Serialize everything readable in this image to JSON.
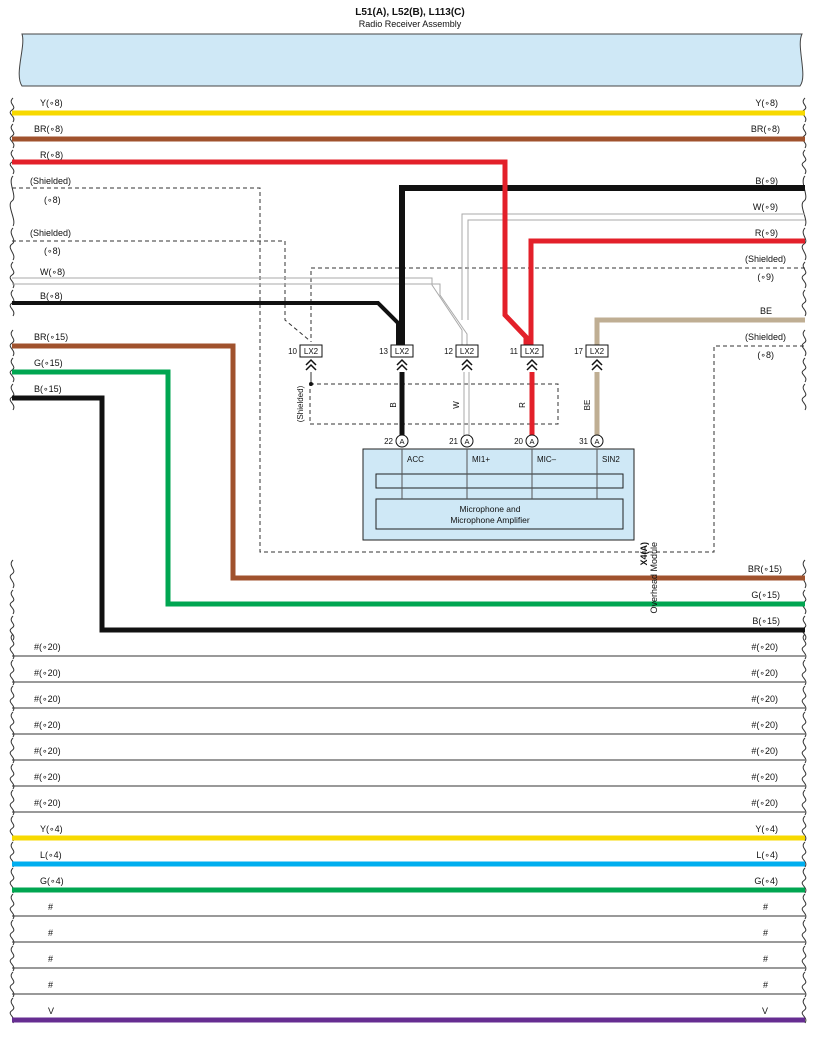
{
  "header": {
    "connector_ids": "L51(A), L52(B), L113(C)",
    "assembly_name": "Radio Receiver Assembly"
  },
  "colors": {
    "Y": "#f7d900",
    "BR": "#a0522d",
    "R": "#e3202a",
    "B": "#111111",
    "W": "#a9a9a9",
    "G": "#00a651",
    "L": "#00aeef",
    "V": "#662d91",
    "BE": "#bfae93",
    "thin": "#333333",
    "bus_fill": "#cfe8f6",
    "module_fill": "#cfe8f6"
  },
  "left_labels": {
    "y8": "Y(∘8)",
    "br8": "BR(∘8)",
    "r8": "R(∘8)",
    "shielded1": "(Shielded)",
    "s1_ref": "(∘8)",
    "shielded2": "(Shielded)",
    "s2_ref": "(∘8)",
    "w8": "W(∘8)",
    "b8": "B(∘8)",
    "br15": "BR(∘15)",
    "g15": "G(∘15)",
    "b15": "B(∘15)"
  },
  "right_labels": {
    "y8": "Y(∘8)",
    "br8": "BR(∘8)",
    "b9": "B(∘9)",
    "w9": "W(∘9)",
    "r9": "R(∘9)",
    "shielded9": "(Shielded)",
    "s9_ref": "(∘9)",
    "be": "BE",
    "shielded8": "(Shielded)",
    "s8_ref": "(∘8)",
    "br15": "BR(∘15)",
    "g15": "G(∘15)",
    "b15": "B(∘15)"
  },
  "lx2_connectors": [
    {
      "pin": "10",
      "name": "LX2"
    },
    {
      "pin": "13",
      "name": "LX2"
    },
    {
      "pin": "12",
      "name": "LX2"
    },
    {
      "pin": "11",
      "name": "LX2"
    },
    {
      "pin": "17",
      "name": "LX2"
    }
  ],
  "wire_labels": {
    "shielded": "(Shielded)",
    "b": "B",
    "w": "W",
    "r": "R",
    "be": "BE"
  },
  "module_pins": [
    {
      "num": "22",
      "conn": "A",
      "label": "ACC"
    },
    {
      "num": "21",
      "conn": "A",
      "label": "MI1+"
    },
    {
      "num": "20",
      "conn": "A",
      "label": "MIC–"
    },
    {
      "num": "31",
      "conn": "A",
      "label": "SIN2"
    }
  ],
  "module": {
    "inner_line1": "Microphone and",
    "inner_line2": "Microphone Amplifier",
    "id": "X4(A)",
    "name": "Overhead Module"
  },
  "lower_rows": [
    {
      "left": "#(∘20)",
      "right": "#(∘20)",
      "color": "thin"
    },
    {
      "left": "#(∘20)",
      "right": "#(∘20)",
      "color": "thin"
    },
    {
      "left": "#(∘20)",
      "right": "#(∘20)",
      "color": "thin"
    },
    {
      "left": "#(∘20)",
      "right": "#(∘20)",
      "color": "thin"
    },
    {
      "left": "#(∘20)",
      "right": "#(∘20)",
      "color": "thin"
    },
    {
      "left": "#(∘20)",
      "right": "#(∘20)",
      "color": "thin"
    },
    {
      "left": "#(∘20)",
      "right": "#(∘20)",
      "color": "thin"
    },
    {
      "left": "Y(∘4)",
      "right": "Y(∘4)",
      "color": "Y"
    },
    {
      "left": "L(∘4)",
      "right": "L(∘4)",
      "color": "L"
    },
    {
      "left": "G(∘4)",
      "right": "G(∘4)",
      "color": "G"
    },
    {
      "left": "#",
      "right": "#",
      "color": "thin"
    },
    {
      "left": "#",
      "right": "#",
      "color": "thin"
    },
    {
      "left": "#",
      "right": "#",
      "color": "thin"
    },
    {
      "left": "#",
      "right": "#",
      "color": "thin"
    },
    {
      "left": "V",
      "right": "V",
      "color": "V"
    }
  ]
}
